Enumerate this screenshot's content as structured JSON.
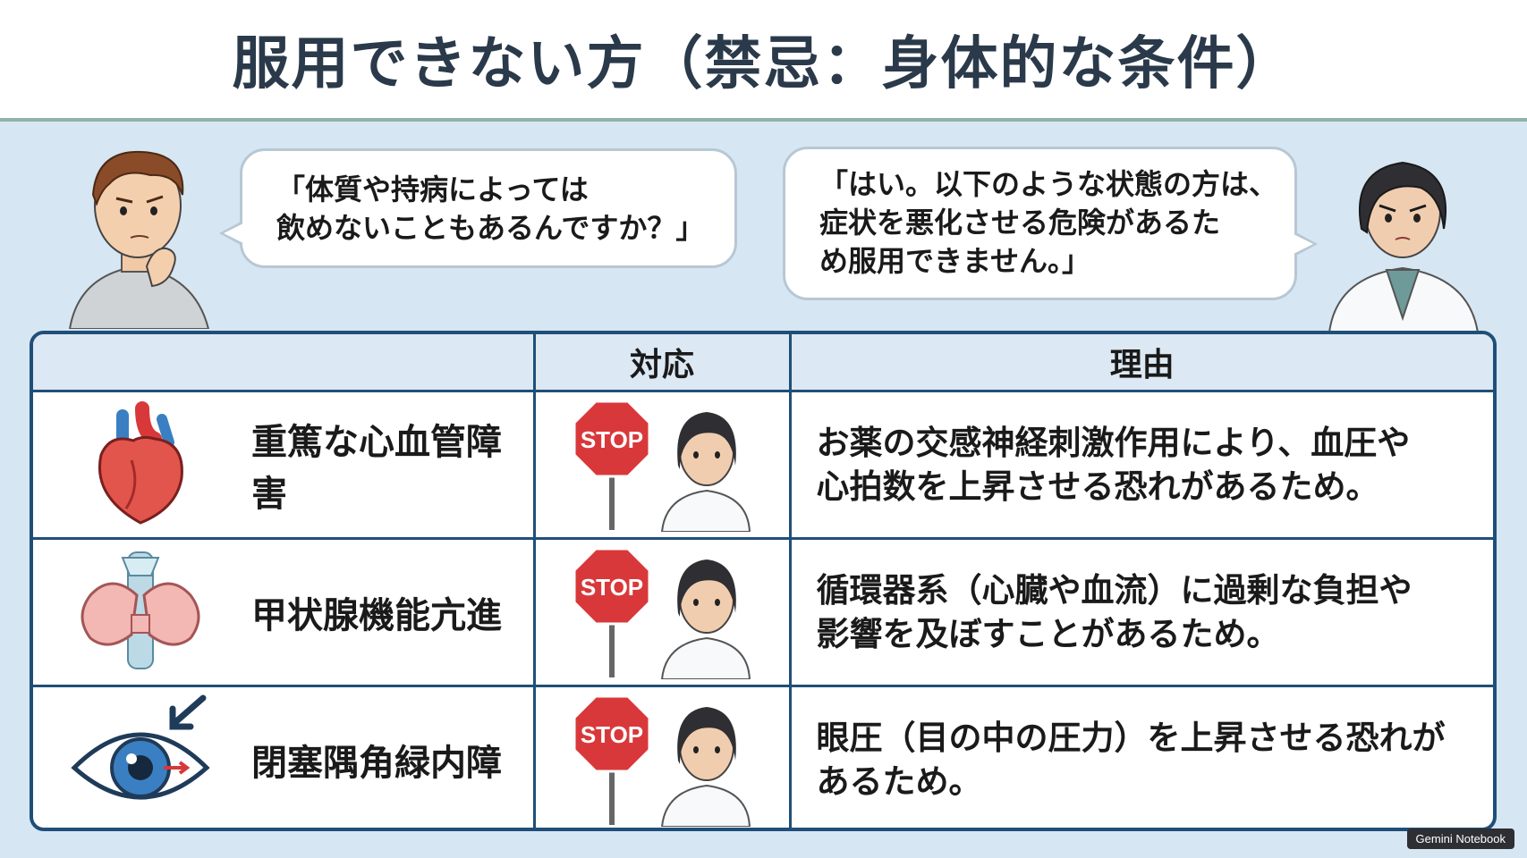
{
  "title": "服用できない方（禁忌：身体的な条件）",
  "dialog": {
    "patient_question": [
      "「体質や持病によっては",
      "飲めないこともあるんですか？」"
    ],
    "doctor_answer": [
      "「はい。以下のような状態の方は、",
      "症状を悪化させる危険があるた",
      "め服用できません。」"
    ]
  },
  "table": {
    "headers": {
      "condition": "",
      "response": "対応",
      "reason": "理由"
    },
    "rows": [
      {
        "condition": "重篤な心血管障害",
        "icon": "heart-icon",
        "stop_sign": "STOP",
        "reason": [
          "お薬の交感神経刺激作用により、血圧や",
          "心拍数を上昇させる恐れがあるため。"
        ]
      },
      {
        "condition": "甲状腺機能亢進",
        "icon": "thyroid-icon",
        "stop_sign": "STOP",
        "reason": [
          "循環器系（心臓や血流）に過剰な負担や",
          "影響を及ぼすことがあるため。"
        ]
      },
      {
        "condition": "閉塞隅角緑内障",
        "icon": "eye-icon",
        "stop_sign": "STOP",
        "reason": [
          "眼圧（目の中の圧力）を上昇させる恐れが",
          "あるため。"
        ]
      }
    ]
  },
  "watermark": "Gemini Notebook",
  "colors": {
    "border": "#1f4f78",
    "header_bg": "#dce8f3",
    "stop_red": "#d9383a",
    "background": "#d6e6f3"
  }
}
